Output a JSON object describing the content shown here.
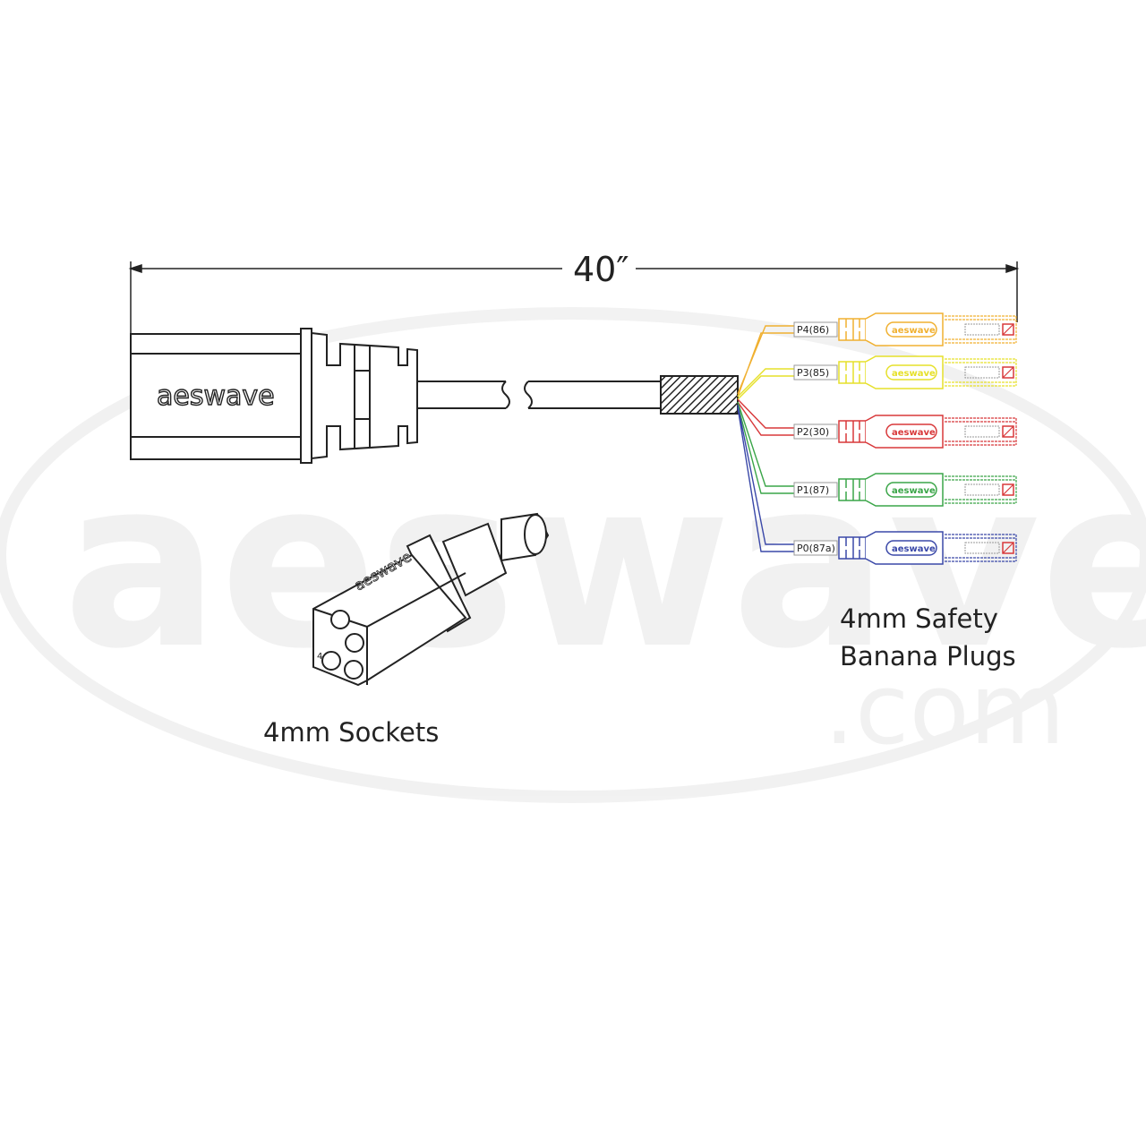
{
  "watermark": {
    "main": "aeswave",
    "suffix": ".com"
  },
  "dimension": {
    "length": "40″"
  },
  "connector": {
    "brand": "aeswave",
    "socket_marking": "4"
  },
  "captions": {
    "sockets": "4mm Sockets",
    "plugs_line1": "4mm Safety",
    "plugs_line2": "Banana Plugs"
  },
  "plugs": [
    {
      "label": "P4(86)",
      "color": "#f0b030",
      "brand": "aeswave"
    },
    {
      "label": "P3(85)",
      "color": "#e6e02a",
      "brand": "aeswave"
    },
    {
      "label": "P2(30)",
      "color": "#d8383a",
      "brand": "aeswave"
    },
    {
      "label": "P1(87)",
      "color": "#3aa548",
      "brand": "aeswave"
    },
    {
      "label": "P0(87a)",
      "color": "#3a48a8",
      "brand": "aeswave"
    }
  ]
}
